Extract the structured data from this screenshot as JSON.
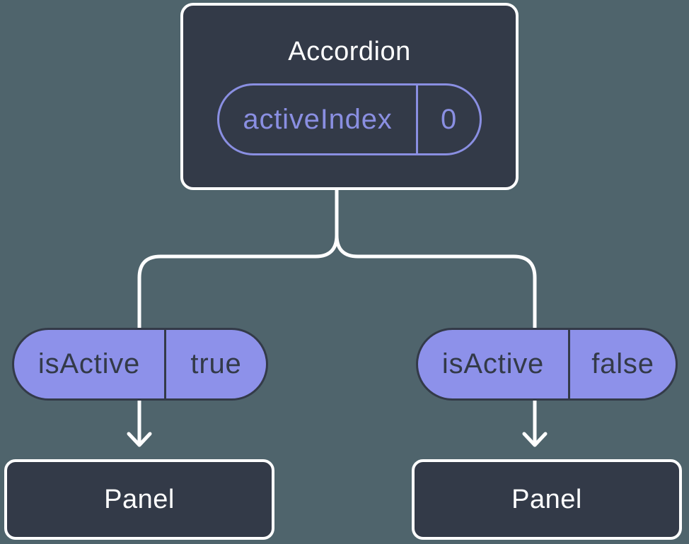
{
  "diagram": {
    "description": "Component tree: Accordion parent holding state, passing props to two Panel children",
    "colors": {
      "background": "#4F646C",
      "node_fill": "#333A48",
      "node_border": "#FFFFFF",
      "node_text": "#FFFFFF",
      "state_accent": "#8A8FE2",
      "prop_pill_fill": "#8D91EA",
      "prop_pill_text": "#333A48",
      "connector": "#FFFFFF"
    },
    "root": {
      "label": "Accordion",
      "state": {
        "name": "activeIndex",
        "value": "0"
      }
    },
    "branches": [
      {
        "prop": {
          "name": "isActive",
          "value": "true"
        },
        "child": {
          "label": "Panel"
        }
      },
      {
        "prop": {
          "name": "isActive",
          "value": "false"
        },
        "child": {
          "label": "Panel"
        }
      }
    ]
  }
}
